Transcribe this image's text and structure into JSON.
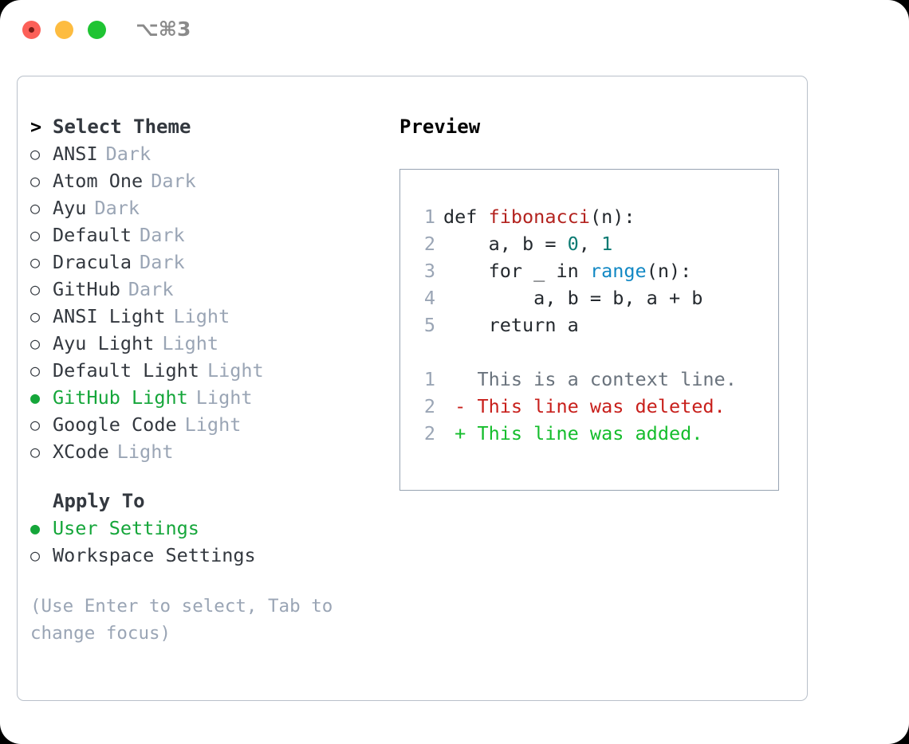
{
  "titlebar": {
    "shortcut": "⌥⌘3",
    "buttons": [
      {
        "name": "close",
        "color": "#fc6058"
      },
      {
        "name": "minimize",
        "color": "#fdbc40"
      },
      {
        "name": "zoom",
        "color": "#1fc433"
      }
    ]
  },
  "theme_list": {
    "header": {
      "marker": ">",
      "label": "Select Theme"
    },
    "items": [
      {
        "marker": "○",
        "label": "ANSI",
        "tag": "Dark",
        "selected": false
      },
      {
        "marker": "○",
        "label": "Atom One",
        "tag": "Dark",
        "selected": false
      },
      {
        "marker": "○",
        "label": "Ayu",
        "tag": "Dark",
        "selected": false
      },
      {
        "marker": "○",
        "label": "Default",
        "tag": "Dark",
        "selected": false
      },
      {
        "marker": "○",
        "label": "Dracula",
        "tag": "Dark",
        "selected": false
      },
      {
        "marker": "○",
        "label": "GitHub",
        "tag": "Dark",
        "selected": false
      },
      {
        "marker": "○",
        "label": "ANSI Light",
        "tag": "Light",
        "selected": false
      },
      {
        "marker": "○",
        "label": "Ayu Light",
        "tag": "Light",
        "selected": false
      },
      {
        "marker": "○",
        "label": "Default Light",
        "tag": "Light",
        "selected": false
      },
      {
        "marker": "●",
        "label": "GitHub Light",
        "tag": "Light",
        "selected": true
      },
      {
        "marker": "○",
        "label": "Google Code",
        "tag": "Light",
        "selected": false
      },
      {
        "marker": "○",
        "label": "XCode",
        "tag": "Light",
        "selected": false
      }
    ]
  },
  "apply_to": {
    "header": {
      "marker": "",
      "label": "Apply To"
    },
    "items": [
      {
        "marker": "●",
        "label": "User Settings",
        "selected": true
      },
      {
        "marker": "○",
        "label": "Workspace Settings",
        "selected": false
      }
    ]
  },
  "hint": "(Use Enter to select, Tab to change focus)",
  "preview": {
    "title": "Preview",
    "code": [
      {
        "ln": "1",
        "tokens": [
          {
            "t": "def ",
            "c": "plain"
          },
          {
            "t": "fibonacci",
            "c": "fn"
          },
          {
            "t": "(n):",
            "c": "plain"
          }
        ]
      },
      {
        "ln": "2",
        "tokens": [
          {
            "t": "    a, b = ",
            "c": "plain"
          },
          {
            "t": "0",
            "c": "num"
          },
          {
            "t": ", ",
            "c": "plain"
          },
          {
            "t": "1",
            "c": "num"
          }
        ]
      },
      {
        "ln": "3",
        "tokens": [
          {
            "t": "    for _ in ",
            "c": "plain"
          },
          {
            "t": "range",
            "c": "builtin"
          },
          {
            "t": "(n):",
            "c": "plain"
          }
        ]
      },
      {
        "ln": "4",
        "tokens": [
          {
            "t": "        a, b = b, a + b",
            "c": "plain"
          }
        ]
      },
      {
        "ln": "5",
        "tokens": [
          {
            "t": "    return a",
            "c": "plain"
          }
        ]
      }
    ],
    "diff": [
      {
        "ln": "1",
        "tokens": [
          {
            "t": "   This is a context line.",
            "c": "ctx"
          }
        ]
      },
      {
        "ln": "2",
        "tokens": [
          {
            "t": " - This line was deleted.",
            "c": "del"
          }
        ]
      },
      {
        "ln": "2",
        "tokens": [
          {
            "t": " + This line was added.",
            "c": "add"
          }
        ]
      }
    ]
  },
  "colors": {
    "accent_green": "#15a63a",
    "muted": "#9aa5b5",
    "text": "#33383f",
    "panel_border": "#b9c0ca",
    "preview_border": "#97a3b2",
    "diff_add": "#15bd2c",
    "diff_del": "#c8201c",
    "fn": "#b3231f",
    "num": "#0b7a72",
    "builtin": "#1288c4"
  }
}
